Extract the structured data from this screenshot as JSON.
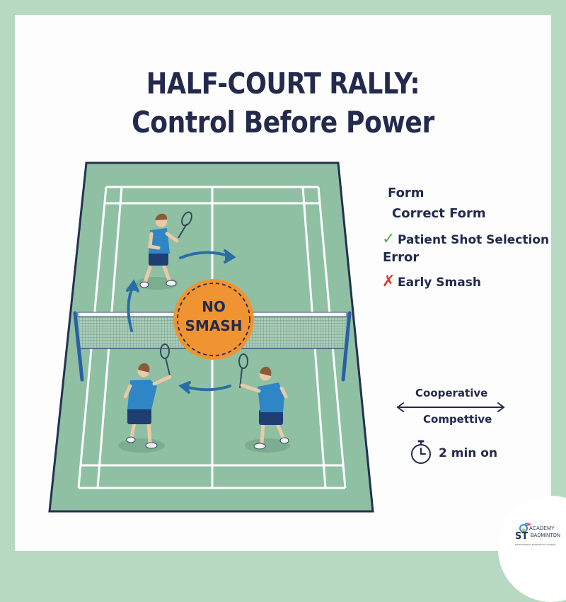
{
  "title": {
    "line1": "HALF-COURT RALLY:",
    "line2": "Control Before Power"
  },
  "badge": {
    "line1": "NO",
    "line2": "SMASH",
    "color": "#ef9431"
  },
  "legend": {
    "form_heading": "Form",
    "correct_form": "Correct Form",
    "good_item": "Patient Shot Selection",
    "good_icon": "check-icon",
    "error_heading": "Error",
    "bad_item": "Early Smash",
    "bad_icon": "cross-icon"
  },
  "scale": {
    "left_label": "Cooperative",
    "right_label": "Compettive",
    "icon": "double-arrow-icon"
  },
  "timer": {
    "icon": "stopwatch-icon",
    "label": "2 min on"
  },
  "logo": {
    "academy": "ACADEMY",
    "st": "ST",
    "badminton": "BADMINTON",
    "tagline": "PROFESSIONAL BADMINTON ACADEMY"
  },
  "colors": {
    "frame": "#b7d9c2",
    "court": "#8fc0a3",
    "court_outline": "#233152",
    "ink": "#232a4d",
    "player_shirt": "#2f86c6",
    "player_shorts": "#1f3f73",
    "arrow": "#2a6ea6",
    "check": "#4caf50",
    "cross": "#e0322c"
  }
}
